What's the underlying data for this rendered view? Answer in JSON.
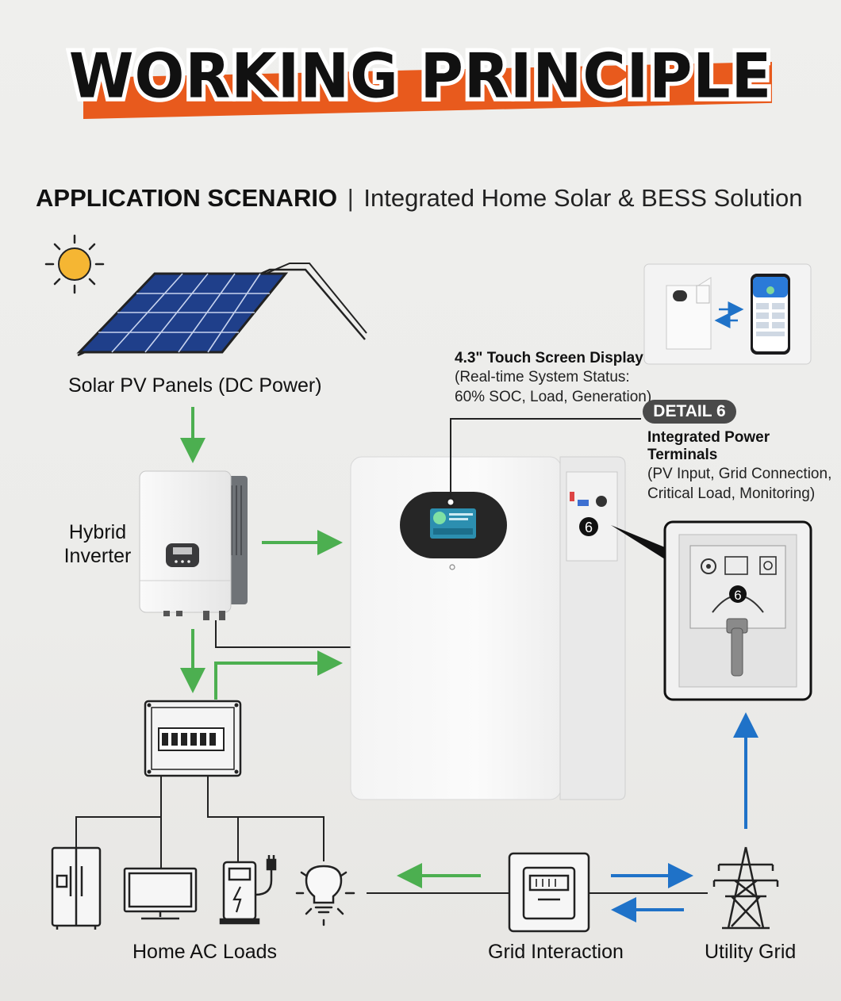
{
  "title": "WORKING PRINCIPLE",
  "subtitle": {
    "bold": "APPLICATION SCENARIO",
    "separator": "|",
    "text": "Integrated Home Solar & BESS Solution"
  },
  "labels": {
    "solar": "Solar PV Panels (DC Power)",
    "inverter_line1": "Hybrid",
    "inverter_line2": "Inverter",
    "home_loads": "Home AC Loads",
    "grid_interaction": "Grid Interaction",
    "utility_grid": "Utility Grid"
  },
  "display_callout": {
    "title": "4.3\" Touch Screen Display",
    "line1": "(Real-time System Status:",
    "line2": "60% SOC, Load, Generation)"
  },
  "detail_callout": {
    "badge": "DETAIL 6",
    "title": "Integrated Power Terminals",
    "line1": "(PV Input, Grid Connection,",
    "line2": "Critical Load, Monitoring)"
  },
  "marker_number": "6",
  "colors": {
    "accent_orange": "#e85a1d",
    "flow_green": "#4caf50",
    "flow_blue": "#1f72c8",
    "solar_panel_blue": "#1f3f8a",
    "sun_yellow": "#f5b633"
  },
  "icons": [
    "sun-icon",
    "solar-panel-icon",
    "inverter-icon",
    "battery-unit-icon",
    "breaker-panel-icon",
    "fridge-icon",
    "tv-icon",
    "ev-charger-icon",
    "bulb-icon",
    "meter-icon",
    "pylon-icon",
    "phone-app-icon"
  ]
}
